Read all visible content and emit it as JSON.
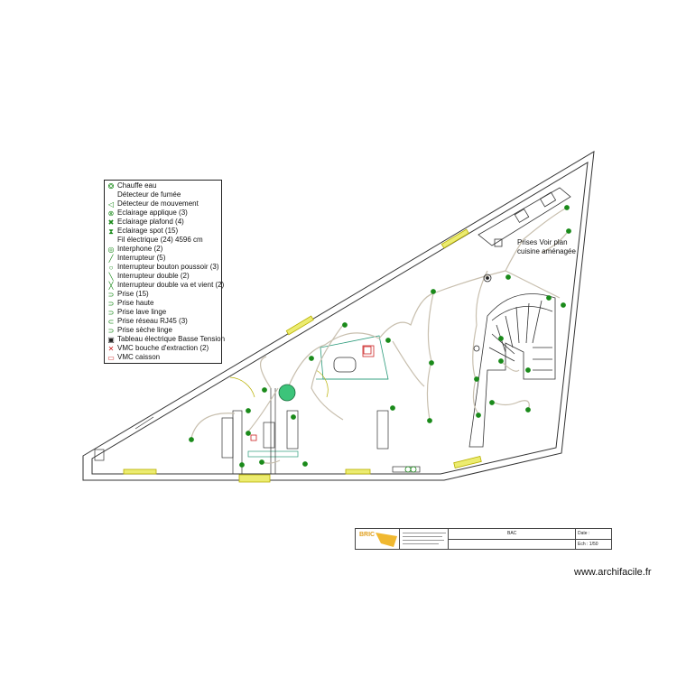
{
  "legend": {
    "items": [
      {
        "icon": "water-heater-icon",
        "label": "Chauffe eau"
      },
      {
        "icon": "smoke-detector-icon",
        "label": "Détecteur de fumée"
      },
      {
        "icon": "motion-detector-icon",
        "label": "Détecteur de mouvement"
      },
      {
        "icon": "wall-light-icon",
        "label": "Eclairage applique (3)"
      },
      {
        "icon": "ceiling-light-icon",
        "label": "Eclairage plafond (4)"
      },
      {
        "icon": "spot-light-icon",
        "label": "Eclairage spot (15)"
      },
      {
        "icon": "wire-icon",
        "label": "Fil électrique (24) 4596 cm"
      },
      {
        "icon": "intercom-icon",
        "label": "Interphone (2)"
      },
      {
        "icon": "switch-icon",
        "label": "Interrupteur (5)"
      },
      {
        "icon": "push-button-switch-icon",
        "label": "Interrupteur bouton poussoir (3)"
      },
      {
        "icon": "double-switch-icon",
        "label": "Interrupteur double (2)"
      },
      {
        "icon": "double-two-way-switch-icon",
        "label": "Interrupteur double va et vient (2)"
      },
      {
        "icon": "outlet-icon",
        "label": "Prise (15)"
      },
      {
        "icon": "high-outlet-icon",
        "label": "Prise haute"
      },
      {
        "icon": "washing-machine-outlet-icon",
        "label": "Prise lave linge"
      },
      {
        "icon": "network-outlet-icon",
        "label": "Prise réseau RJ45 (3)"
      },
      {
        "icon": "dryer-outlet-icon",
        "label": "Prise sèche linge"
      },
      {
        "icon": "electrical-panel-icon",
        "label": "Tableau électrique Basse Tension"
      },
      {
        "icon": "vmc-extraction-icon",
        "label": "VMC bouche d'extraction (2)"
      },
      {
        "icon": "vmc-box-icon",
        "label": "VMC caisson"
      }
    ]
  },
  "plan": {
    "note": "Prises Voir plan cuisine aménagée"
  },
  "titleblock": {
    "logo": "BRIC",
    "col2": "BAC",
    "col3a": "Date :",
    "col3b": "Ech : 1/50"
  },
  "watermark": "www.archifacile.fr",
  "colors": {
    "wall": "#333333",
    "wire": "#c8bfae",
    "symbol": "#1a8a1a",
    "window": "#d8d000",
    "accent_red": "#cc2222"
  }
}
